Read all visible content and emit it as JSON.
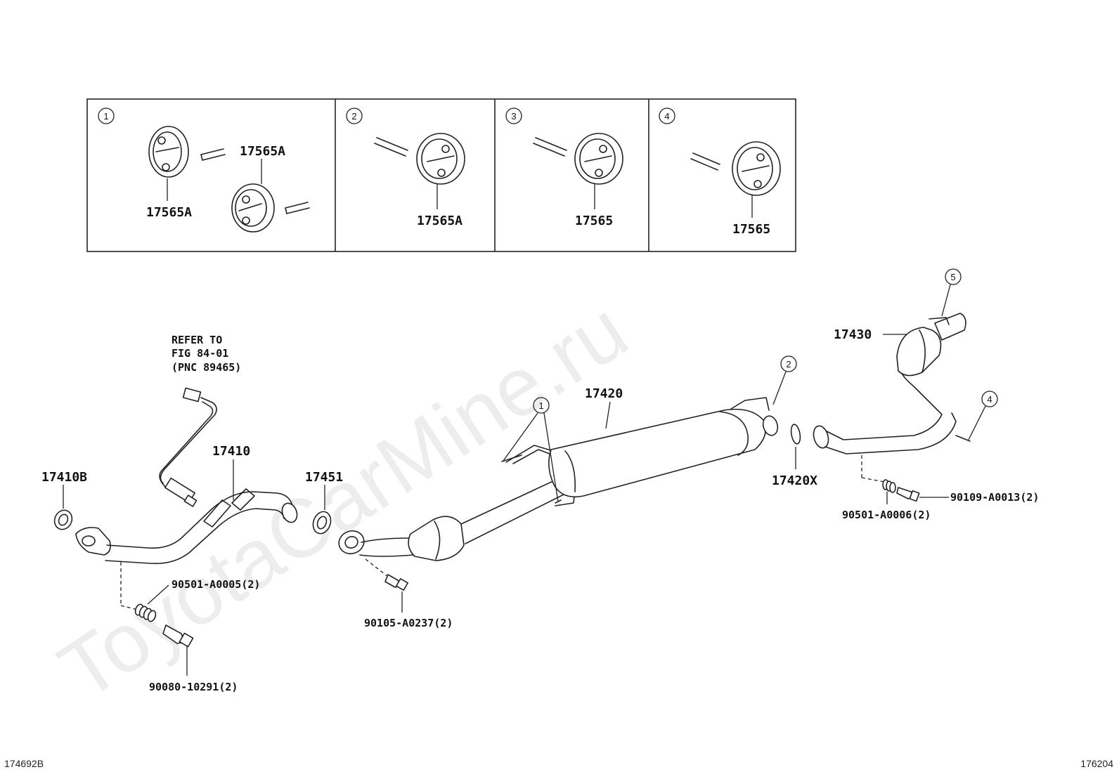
{
  "watermark": "ToyotaCarMine.ru",
  "figure_codes": {
    "left": "174692B",
    "right": "176204"
  },
  "inset_panels": [
    {
      "num": "1",
      "labels": [
        "17565A",
        "17565A"
      ]
    },
    {
      "num": "2",
      "labels": [
        "17565A"
      ]
    },
    {
      "num": "3",
      "labels": [
        "17565"
      ]
    },
    {
      "num": "4",
      "labels": [
        "17565"
      ]
    }
  ],
  "callouts": {
    "c1": "1",
    "c2": "2",
    "c4": "4",
    "c5": "5"
  },
  "refer_note": {
    "line1": "REFER TO",
    "line2": "FIG 84-01",
    "line3": "(PNC 89465)"
  },
  "parts": {
    "p17410B": "17410B",
    "p17410": "17410",
    "p17451": "17451",
    "p17420": "17420",
    "p17420X": "17420X",
    "p17430": "17430",
    "p90501_0005": "90501-A0005(2)",
    "p90080_10291": "90080-10291(2)",
    "p90105_0237": "90105-A0237(2)",
    "p90109_0013": "90109-A0013(2)",
    "p90501_0006": "90501-A0006(2)"
  }
}
